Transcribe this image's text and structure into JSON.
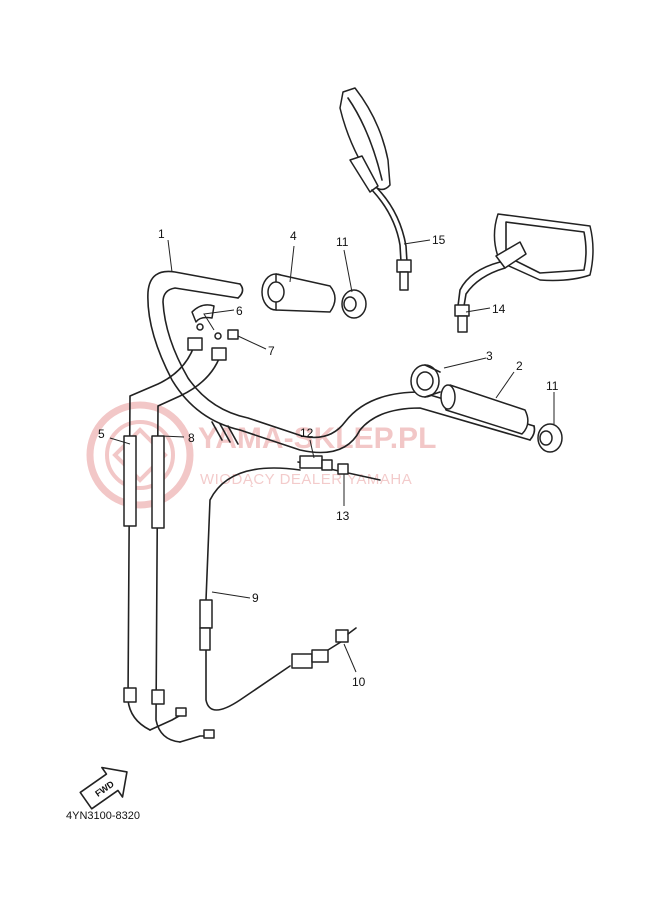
{
  "diagram": {
    "callouts": [
      "1",
      "2",
      "3",
      "4",
      "5",
      "6",
      "7",
      "8",
      "9",
      "10",
      "11",
      "11",
      "12",
      "13",
      "14",
      "15"
    ],
    "fwd_label": "FWD",
    "catalog_code": "4YN3100-8320"
  },
  "watermark": {
    "brand": "YAMA-SKLEP.PL",
    "tagline": "WIODĄCY DEALER YAMAHA",
    "color": "#d65252"
  }
}
